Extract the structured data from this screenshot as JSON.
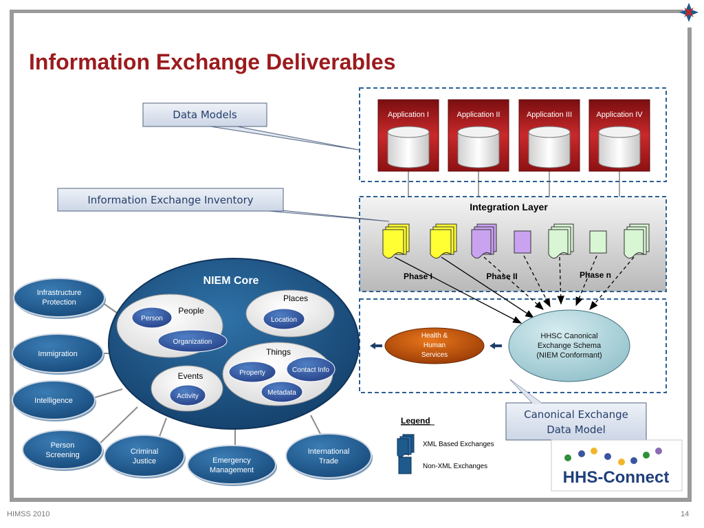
{
  "title": "Information Exchange Deliverables",
  "footer": {
    "left": "HIMSS 2010",
    "page_number": "14"
  },
  "callouts": {
    "data_models": "Data Models",
    "exchange_inventory": "Information Exchange Inventory",
    "canonical_line1": "Canonical Exchange",
    "canonical_line2": "Data Model"
  },
  "applications": [
    "Application I",
    "Application II",
    "Application III",
    "Application IV"
  ],
  "integration": {
    "title": "Integration Layer",
    "phases": [
      "Phase I",
      "Phase II",
      "Phase n"
    ]
  },
  "canonical_schema": {
    "line1": "HHSC Canonical",
    "line2": "Exchange Schema",
    "line3": "(NIEM Conformant)"
  },
  "health_services": {
    "line1": "Health &",
    "line2": "Human",
    "line3": "Services"
  },
  "niem": {
    "title": "NIEM Core",
    "groups": {
      "people": "People",
      "places": "Places",
      "things": "Things",
      "events": "Events"
    },
    "items": {
      "person": "Person",
      "organization": "Organization",
      "location": "Location",
      "property": "Property",
      "contact_info": "Contact Info",
      "metadata": "Metadata",
      "activity": "Activity"
    }
  },
  "domains": {
    "infrastructure": {
      "line1": "Infrastructure",
      "line2": "Protection"
    },
    "immigration": "Immigration",
    "intelligence": "Intelligence",
    "person_screening": {
      "line1": "Person",
      "line2": "Screening"
    },
    "criminal_justice": {
      "line1": "Criminal",
      "line2": "Justice"
    },
    "emergency": {
      "line1": "Emergency",
      "line2": "Management"
    },
    "trade": {
      "line1": "International",
      "line2": "Trade"
    }
  },
  "legend": {
    "title": "Legend",
    "xml": "XML Based Exchanges",
    "non_xml": "Non-XML Exchanges"
  },
  "logo_text": "HHS-Connect",
  "colors": {
    "title_red": "#9b1b1e",
    "niem_blue": "#1f5a8c",
    "dashed_blue": "#2b5f95",
    "app_red": "#a8171a"
  }
}
